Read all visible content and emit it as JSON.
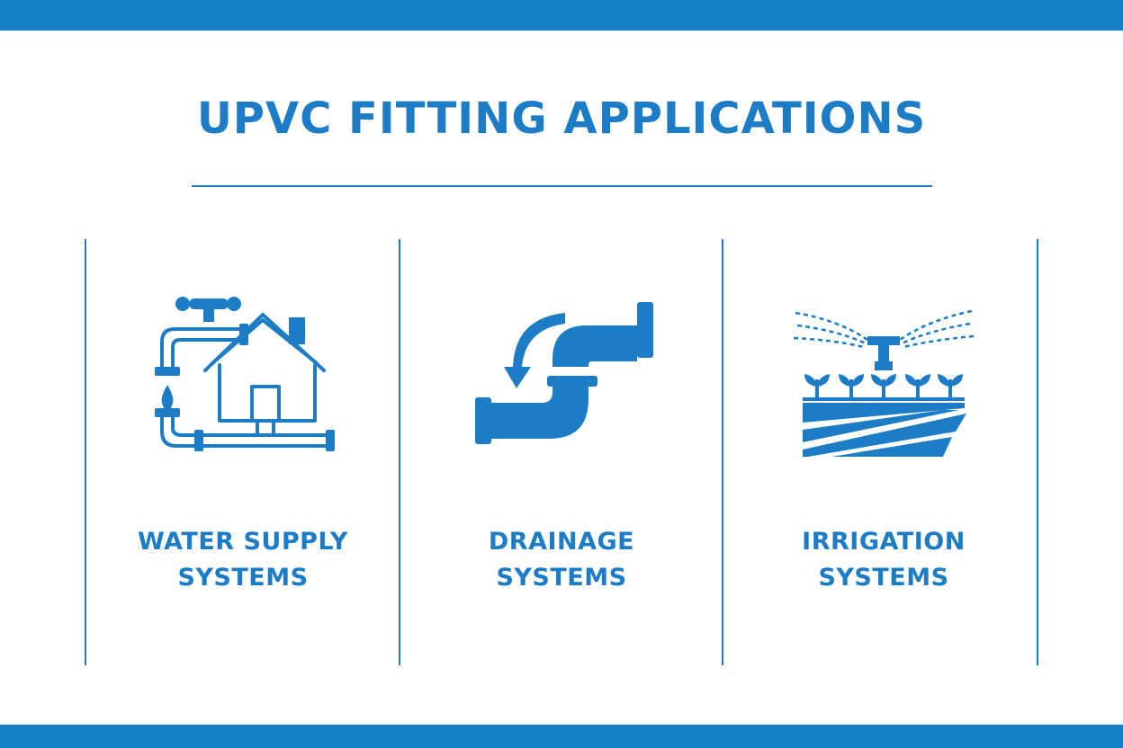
{
  "page": {
    "title": "UPVC FITTING APPLICATIONS"
  },
  "theme": {
    "accent": "#1c7cc6",
    "band": "#1681c8",
    "background": "#ffffff"
  },
  "applications": [
    {
      "icon": "house-water-supply-icon",
      "line1": "WATER SUPPLY",
      "line2": "SYSTEMS"
    },
    {
      "icon": "drain-pipe-icon",
      "line1": "DRAINAGE",
      "line2": "SYSTEMS"
    },
    {
      "icon": "sprinkler-field-icon",
      "line1": "IRRIGATION",
      "line2": "SYSTEMS"
    }
  ]
}
